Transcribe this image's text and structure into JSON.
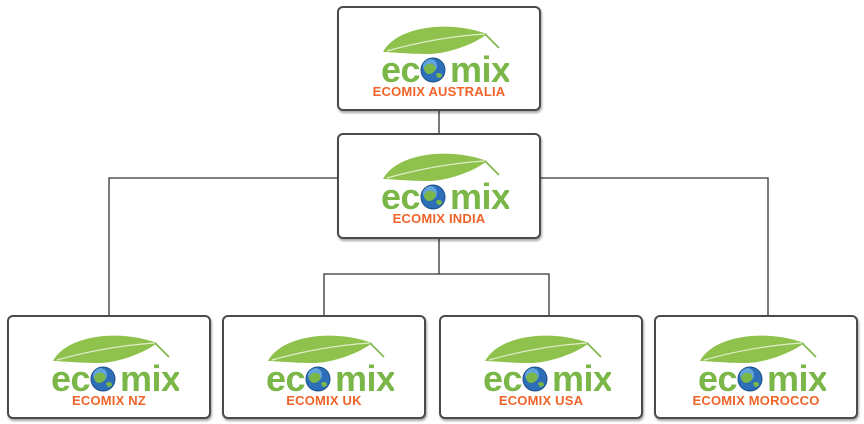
{
  "brand": {
    "wordmark_prefix": "ec",
    "wordmark_suffix": "mix",
    "wordmark_color": "#7ab648",
    "label_color": "#f0642a",
    "line_color": "#333333",
    "icons": [
      "leaf-icon",
      "globe-icon"
    ]
  },
  "nodes": [
    {
      "id": "australia",
      "label": "ECOMIX AUSTRALIA",
      "parent": null
    },
    {
      "id": "india",
      "label": "ECOMIX INDIA",
      "parent": "australia"
    },
    {
      "id": "nz",
      "label": "ECOMIX NZ",
      "parent": "india"
    },
    {
      "id": "uk",
      "label": "ECOMIX UK",
      "parent": "india"
    },
    {
      "id": "usa",
      "label": "ECOMIX USA",
      "parent": "india"
    },
    {
      "id": "morocco",
      "label": "ECOMIX MOROCCO",
      "parent": "india"
    }
  ]
}
